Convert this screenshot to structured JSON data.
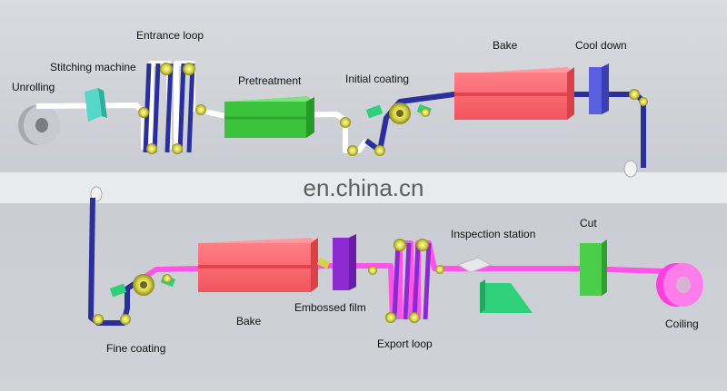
{
  "labels": {
    "unrolling": "Unrolling",
    "stitching_machine": "Stitching machine",
    "entrance_loop": "Entrance loop",
    "pretreatment": "Pretreatment",
    "initial_coating": "Initial coating",
    "bake_top": "Bake",
    "cool_down": "Cool down",
    "fine_coating": "Fine coating",
    "bake_bottom": "Bake",
    "embossed_film": "Embossed film",
    "export_loop": "Export loop",
    "inspection_station": "Inspection station",
    "cut": "Cut",
    "coiling": "Coiling"
  },
  "watermark": "en.china.cn",
  "colors": {
    "strip_top": "#ffffff",
    "strip_return": "#2a2f9c",
    "strip_bottom": "#ff55e6",
    "stitching": "#55d8c9",
    "pretreatment": "#3bc43b",
    "bake": "#ff5f68",
    "cool_down": "#5a5fe0",
    "embossed": "#8a2ad0",
    "inspection": "#2fd07a",
    "cut": "#4bcf4b",
    "roller": "#d4d24a",
    "coil_top": "#b8b8c0",
    "coil_bottom": "#ff6fe6"
  }
}
